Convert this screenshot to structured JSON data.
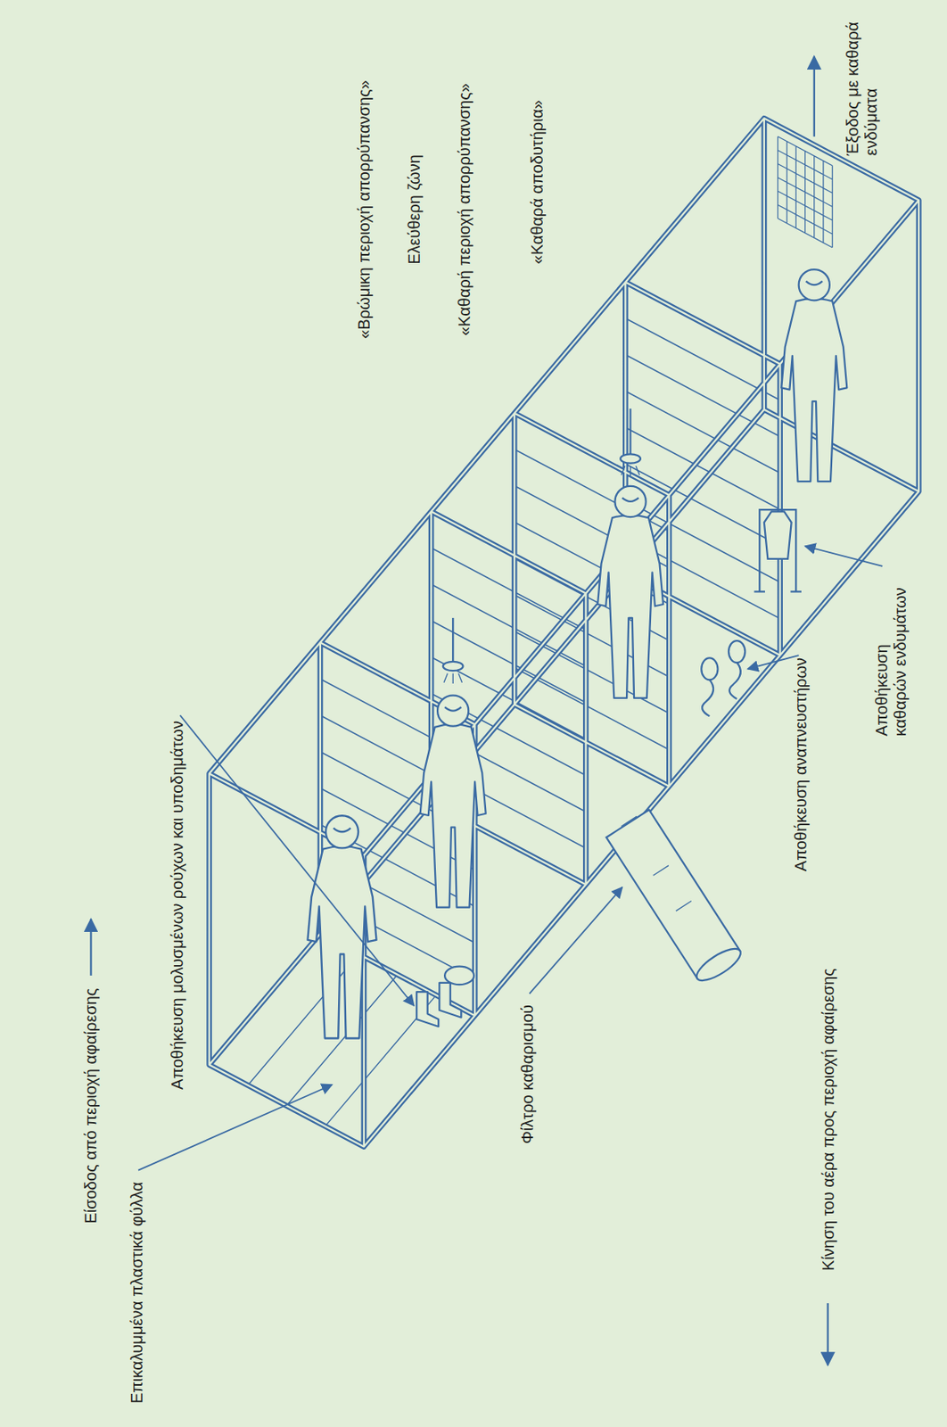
{
  "diagram": {
    "labels": [
      "«Βρώμικη περιοχή απορρύπανσης»",
      "Ελεύθερη ζώνη",
      "«Καθαρή περιοχή απορρύπανσης»",
      "«Καθαρά αποδυτήρια»",
      "Έξοδος με καθαρά ενδύματα",
      "Αποθήκευση καθαρών ενδυμάτων",
      "Αποθήκευση αναπνευστήρων",
      "Κίνηση του αέρα προς περιοχή αφαίρεσης",
      "Φίλτρο καθαρισμού",
      "Αποθήκευση μολυσμένων ρούχων και υποδημάτων",
      "Επικαλυμμένα πλαστικά φύλλα",
      "Είσοδος από περιοχή αφαίρεσης"
    ]
  }
}
